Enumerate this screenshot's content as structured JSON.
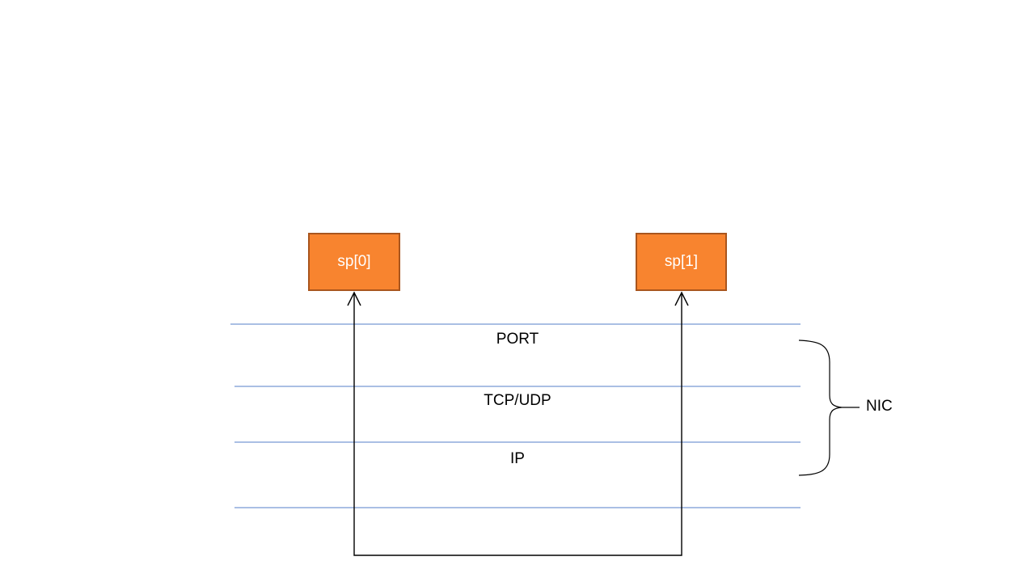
{
  "diagram": {
    "boxes": [
      {
        "label": "sp[0]"
      },
      {
        "label": "sp[1]"
      }
    ],
    "layers": [
      {
        "label": "PORT"
      },
      {
        "label": "TCP/UDP"
      },
      {
        "label": "IP"
      }
    ],
    "brace_label": "NIC",
    "colors": {
      "box_fill": "#f8842f",
      "box_border": "#a9551d",
      "layer_line": "#8eaadb",
      "connector": "#000000"
    }
  }
}
